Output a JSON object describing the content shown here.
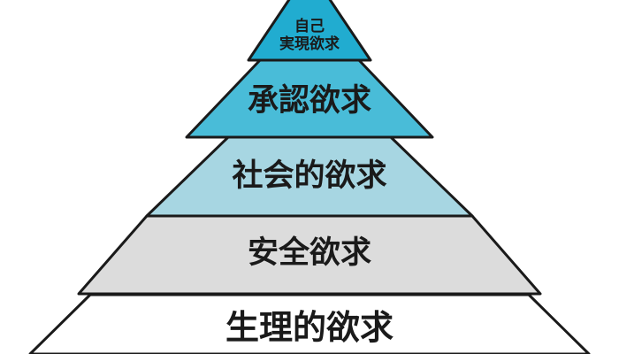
{
  "pyramid": {
    "levels": [
      {
        "label_line1": "自己",
        "label_line2": "実現欲求",
        "fill": "#21acd0"
      },
      {
        "label": "承認欲求",
        "fill": "#49bcd8"
      },
      {
        "label": "社会的欲求",
        "fill": "#a7d6e2"
      },
      {
        "label": "安全欲求",
        "fill": "#dcdcdc"
      },
      {
        "label": "生理的欲求",
        "fill": "#ffffff"
      }
    ],
    "outline_color": "#1a1a1a"
  }
}
